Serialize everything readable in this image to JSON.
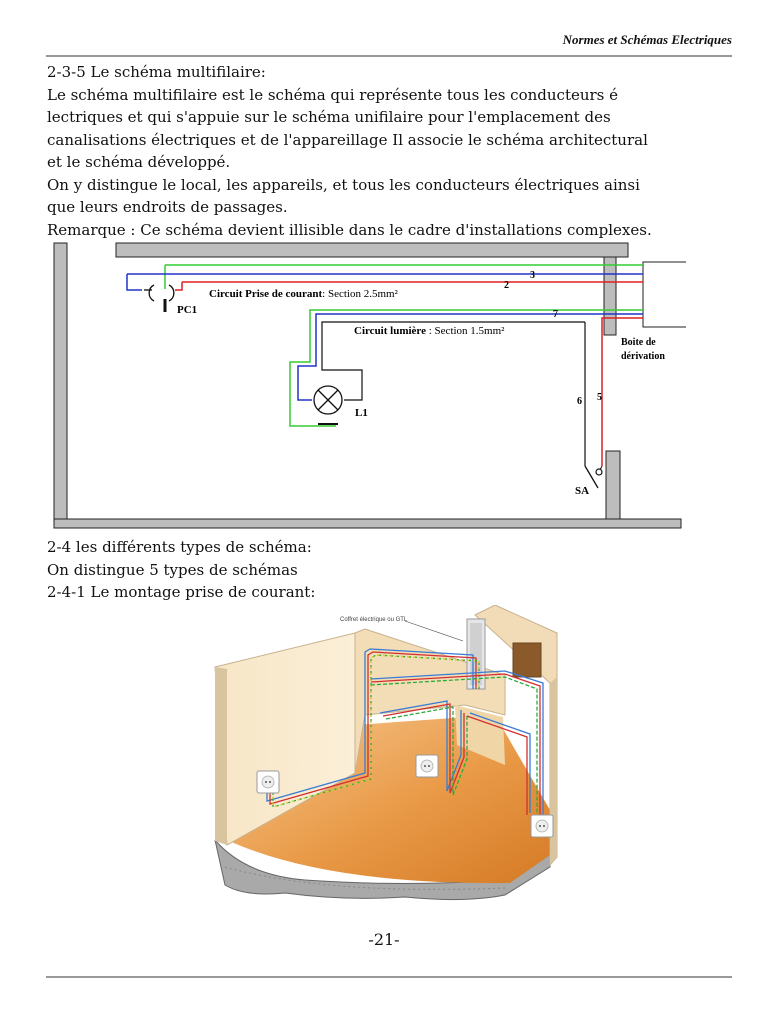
{
  "header": {
    "title": "Normes et Schémas Electriques"
  },
  "section_235": {
    "lines": [
      "2-3-5 Le schéma multifilaire:",
      "Le schéma multifilaire est le schéma qui représente tous les conducteurs é",
      "lectriques et qui s'appuie sur le schéma unifilaire pour l'emplacement des",
      "canalisations électriques et de l'appareillage Il associe le schéma architectural",
      "et le schéma développé.",
      "On y distingue le local, les appareils, et tous les conducteurs électriques ainsi",
      "que leurs endroits de passages.",
      "Remarque : Ce schéma devient illisible dans le cadre d'installations complexes."
    ]
  },
  "diagram": {
    "pc1_label": "PC1",
    "circuit_prise_bold": "Circuit Prise de courant",
    "circuit_prise_rest": ": Section 2.5mm²",
    "circuit_lumiere_bold": "Circuit lumière",
    "circuit_lumiere_rest": " : Section 1.5mm²",
    "lamp_label": "L1",
    "switch_label": "SA",
    "box_label_1": "Boite de",
    "box_label_2": "dérivation",
    "wire_count_3": "3",
    "wire_count_2": "2",
    "wire_count_7": "7",
    "wire_count_6": "6",
    "wire_count_5": "5",
    "colors": {
      "green": "#33cc33",
      "red": "#e02020",
      "blue": "#2233cc",
      "wall": "#bdbdbd"
    }
  },
  "section_24": {
    "lines": [
      "2-4 les différents types de schéma:",
      "On distingue 5 types de schémas",
      "2-4-1 Le montage prise de courant:"
    ]
  },
  "room_illustration": {
    "callout": "Coffret électrique ou GTL"
  },
  "page_number": "-21-"
}
